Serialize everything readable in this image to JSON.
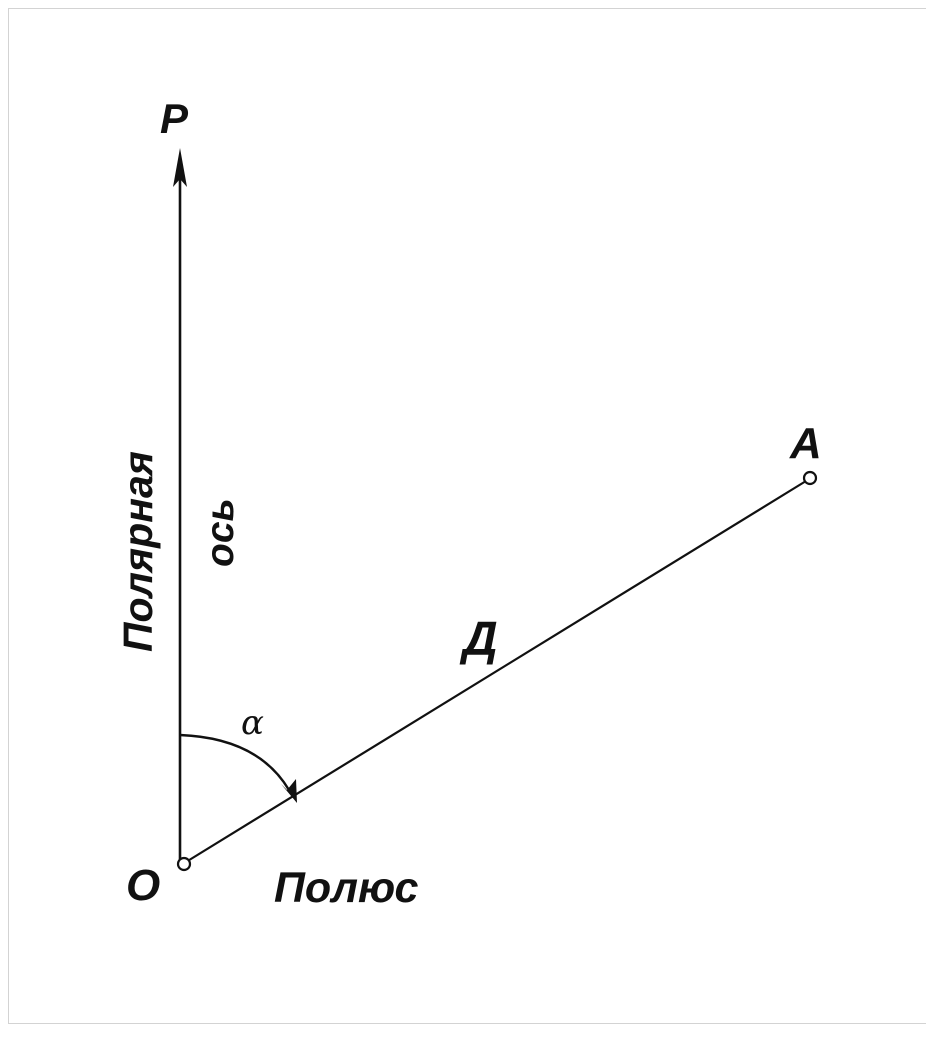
{
  "labels": {
    "axis_end": "P",
    "axis_name_1": "Полярная",
    "axis_name_2": "ось",
    "point": "A",
    "distance": "Д",
    "angle": "α",
    "origin": "O",
    "pole": "Полюс"
  },
  "colors": {
    "ink": "#111111",
    "frame": "#d3d3d3",
    "background": "#ffffff"
  }
}
